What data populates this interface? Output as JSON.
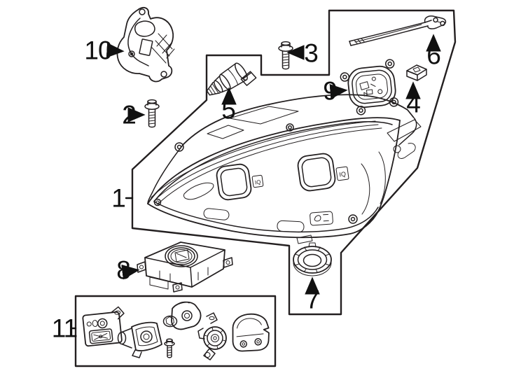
{
  "diagram": {
    "type": "exploded-parts-diagram",
    "subject": "headlamp-components",
    "background_color": "#ffffff",
    "line_color": "#231f20",
    "label_color": "#111111"
  },
  "badges": {
    "projector_logo": "IQ"
  },
  "parts": [
    {
      "number": "1",
      "name": "headlamp-assembly"
    },
    {
      "number": "2",
      "name": "mounting-bolt-lower"
    },
    {
      "number": "3",
      "name": "mounting-bolt-upper"
    },
    {
      "number": "4",
      "name": "clip-nut"
    },
    {
      "number": "5",
      "name": "bulb-socket"
    },
    {
      "number": "6",
      "name": "trim-strip"
    },
    {
      "number": "7",
      "name": "access-cap"
    },
    {
      "number": "8",
      "name": "control-module"
    },
    {
      "number": "9",
      "name": "led-drl-module"
    },
    {
      "number": "10",
      "name": "mounting-bracket"
    },
    {
      "number": "11",
      "name": "bracket-hardware-kit"
    }
  ]
}
